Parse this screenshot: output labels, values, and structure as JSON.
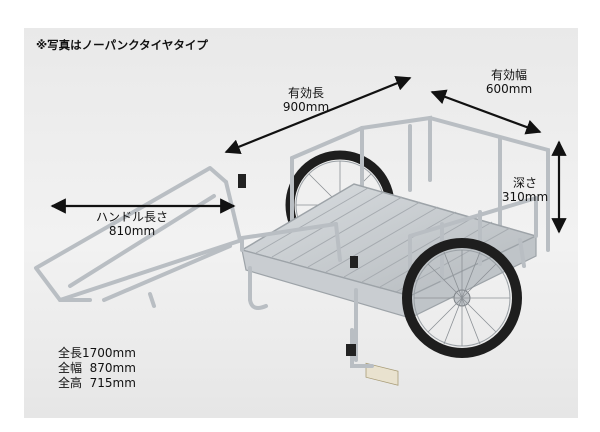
{
  "note": "※写真はノーパンクタイヤタイプ",
  "dimensions": {
    "length": {
      "label": "有効長",
      "value": "900mm"
    },
    "width": {
      "label": "有効幅",
      "value": "600mm"
    },
    "depth": {
      "label": "深さ",
      "value": "310mm"
    },
    "handle": {
      "label": "ハンドル長さ",
      "value": "810mm"
    }
  },
  "specs": [
    "全長1700mm",
    "全幅  870mm",
    "全高  715mm"
  ],
  "colors": {
    "background": "#efefef",
    "frame": "#b9bec3",
    "tire": "#1e1e1e",
    "arrow": "#111111"
  }
}
